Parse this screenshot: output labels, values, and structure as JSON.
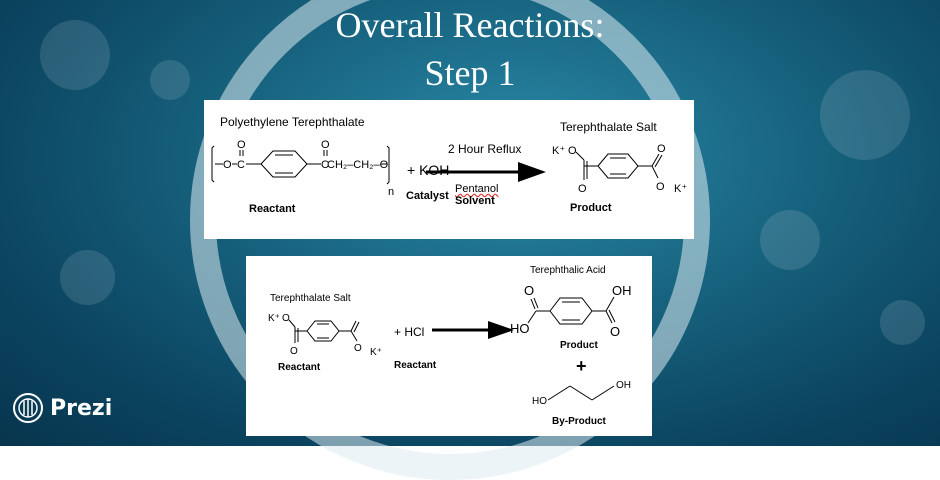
{
  "slide": {
    "title_line1": "Overall Reactions:",
    "title_line2": "Step 1"
  },
  "brand": {
    "name": "Prezi",
    "icon": "prezi-logo-icon"
  },
  "reaction1": {
    "reactant_name": "Polyethylene Terephthalate",
    "reagent": "+ KOH",
    "catalyst_label": "Catalyst",
    "condition": "2 Hour Reflux",
    "solvent_name": "Pentanol",
    "solvent_label": "Solvent",
    "reactant_label": "Reactant",
    "product_name": "Terephthalate Salt",
    "product_label": "Product",
    "polymer_subscript": "n",
    "struct_text": {
      "o1": "O",
      "c1": "C",
      "o2": "O",
      "c2": "C",
      "ch2a": "CH₂",
      "ch2b": "CH₂",
      "o3": "O",
      "k1": "K⁺",
      "o4": "O",
      "o5": "O",
      "o6": "O",
      "o7": "O",
      "k2": "K⁺"
    }
  },
  "reaction2": {
    "reactant_name": "Terephthalate Salt",
    "reactant_label": "Reactant",
    "reagent": "+ HCl",
    "reagent_label": "Reactant",
    "product_name": "Terephthalic Acid",
    "product_label": "Product",
    "plus": "+",
    "byproduct_label": "By-Product",
    "struct_text": {
      "k1": "K⁺",
      "o1": "O",
      "o2": "O",
      "o3": "O",
      "k2": "K⁺",
      "oh1": "OH",
      "o4": "O",
      "ho1": "HO",
      "o5": "O",
      "ho2": "HO",
      "oh2": "OH"
    }
  }
}
